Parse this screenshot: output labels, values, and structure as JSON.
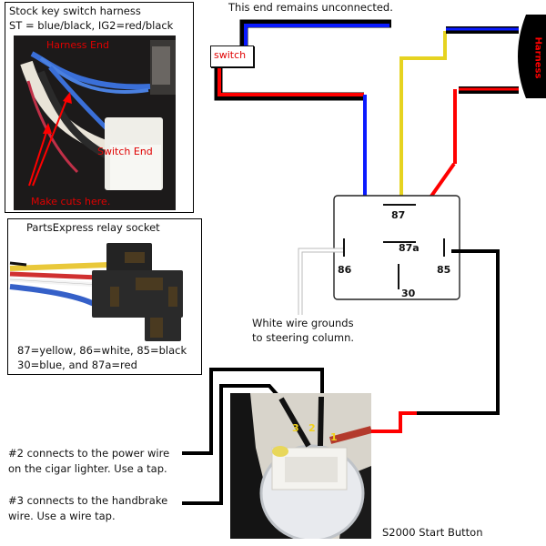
{
  "harness_panel": {
    "title_line1": "Stock key switch harness",
    "title_line2": "ST = blue/black, IG2=red/black",
    "photo_labels": {
      "harness_end": "Harness End",
      "switch_end": "Switch End",
      "cuts": "Make cuts here."
    }
  },
  "relay_socket_panel": {
    "title": "PartsExpress relay socket",
    "legend_line1": "87=yellow, 86=white, 85=black",
    "legend_line2": "30=blue, and 87a=red"
  },
  "top_note": "This end remains unconnected.",
  "switch_label": "switch",
  "harness_label": "Harness",
  "relay": {
    "pins": {
      "p87": "87",
      "p87a": "87a",
      "p86": "86",
      "p85": "85",
      "p30": "30"
    }
  },
  "ground_note_line1": "White wire grounds",
  "ground_note_line2": "to steering column.",
  "button_notes": {
    "pin2_line1": "#2 connects to the power wire",
    "pin2_line2": "on the cigar lighter. Use a tap.",
    "pin3_line1": "#3 connects to the handbrake",
    "pin3_line2": "wire. Use a wire tap."
  },
  "button_pins": {
    "pin3": "3",
    "pin2": "2",
    "pin1": "1"
  },
  "button_caption": "S2000 Start Button",
  "colors": {
    "wire_blue": "#0a1aff",
    "wire_red": "#ff0000",
    "wire_yellow": "#e6d320",
    "wire_black": "#000000",
    "wire_white": "#ffffff",
    "label_red": "#e00000",
    "pin_number_yellow": "#f2d21a"
  }
}
